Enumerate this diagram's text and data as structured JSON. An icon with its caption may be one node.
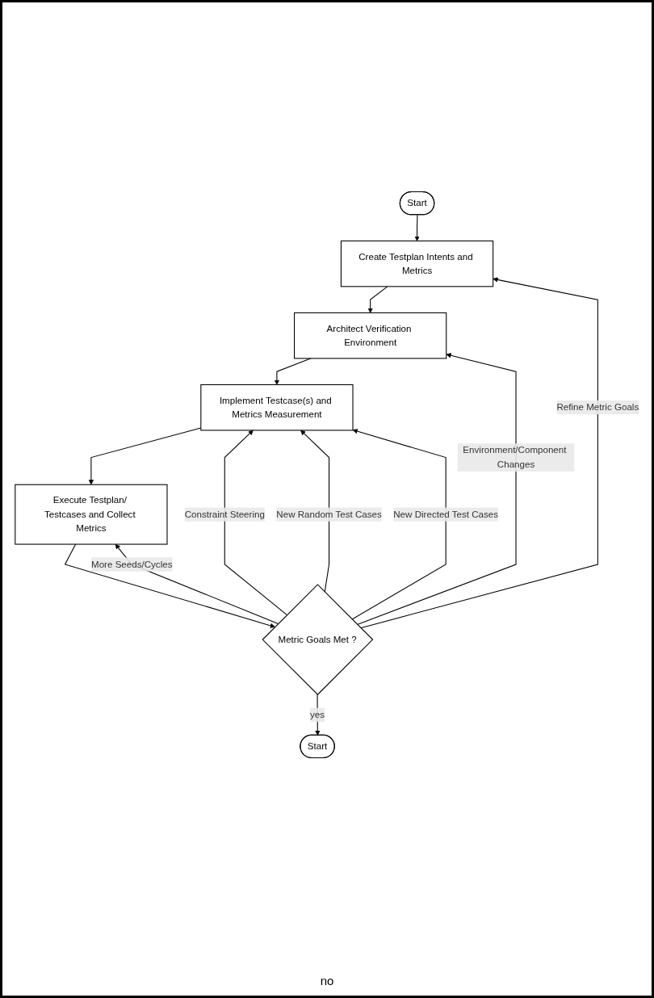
{
  "diagram": {
    "nodes": [
      {
        "text": [
          "Start"
        ]
      },
      {
        "text": [
          "Create Testplan Intents and Metrics"
        ]
      },
      {
        "text": [
          "Architect Verification Environment"
        ]
      },
      {
        "text": [
          "Implement Testcase(s) and Metrics Measurement"
        ]
      },
      {
        "text": [
          "Execute Testplan/ Testcases and Collect Metrics"
        ]
      },
      {
        "text": [
          "Metric Goals Met ?"
        ]
      },
      {
        "text": [
          "Start"
        ]
      }
    ],
    "edges": [
      {
        "from": 0,
        "to": 1,
        "arrow": "to"
      },
      {
        "from": 1,
        "to": 2,
        "arrow": "to"
      },
      {
        "from": 2,
        "to": 3,
        "arrow": "to"
      },
      {
        "from": 3,
        "to": 4,
        "arrow": "to"
      },
      {
        "from": 4,
        "to": 5,
        "arrow": "to"
      },
      {
        "from": 5,
        "to": 1,
        "label": "Refine Metric Goals",
        "arrow": "to"
      },
      {
        "from": 5,
        "to": 2,
        "label": "Environment/Component Changes",
        "arrow": "to"
      },
      {
        "from": 5,
        "to": 3,
        "label": "Constraint Steering",
        "arrow": "to"
      },
      {
        "from": 5,
        "to": 3,
        "label": "New Random Test Cases",
        "arrow": "to"
      },
      {
        "from": 5,
        "to": 3,
        "label": "New Directed Test Cases",
        "arrow": "to"
      },
      {
        "from": 5,
        "to": 4,
        "label": "More Seeds/Cycles",
        "arrow": "to"
      },
      {
        "from": 5,
        "to": 6,
        "label": "yes",
        "arrow": "to"
      }
    ],
    "labels": [
      "no"
    ]
  }
}
